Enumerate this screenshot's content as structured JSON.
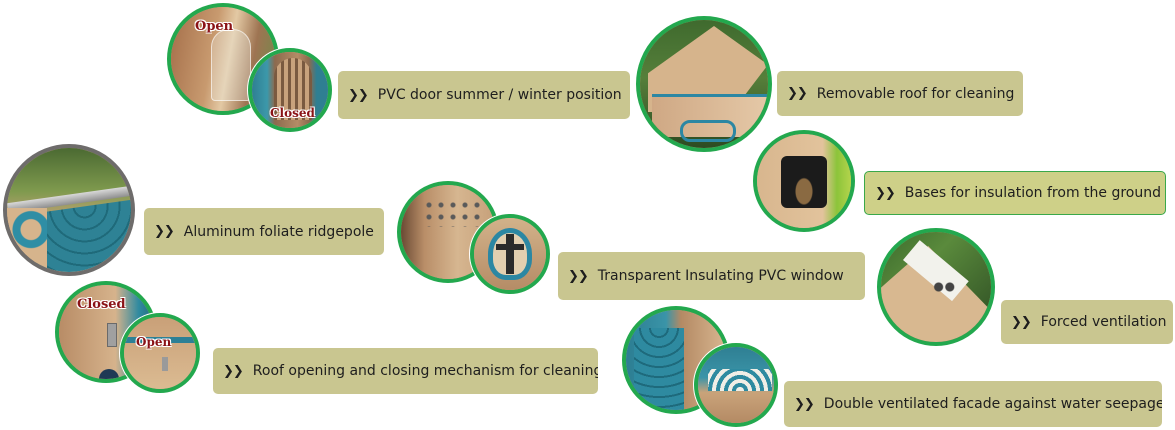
{
  "labels": {
    "pvc_door": "PVC door summer / winter position",
    "removable_roof": "Removable roof for cleaning",
    "bases_insulation": "Bases for insulation from the ground",
    "aluminum_ridgepole": "Aluminum foliate ridgepole",
    "pvc_window": "Transparent Insulating PVC window",
    "forced_ventilation": "Forced ventilation",
    "roof_mechanism": "Roof opening and closing mechanism for cleaning",
    "double_facade": "Double ventilated facade against water seepage"
  },
  "overlays": {
    "door_open": "Open",
    "door_closed": "Closed",
    "roof_closed": "Closed",
    "roof_open": "Open"
  },
  "chevron": "❯❯",
  "colors": {
    "label_bg": "#c9c690",
    "ring_green": "#23a84e",
    "ring_grey": "#6e6c6b",
    "overlay_text": "#8a1216"
  }
}
